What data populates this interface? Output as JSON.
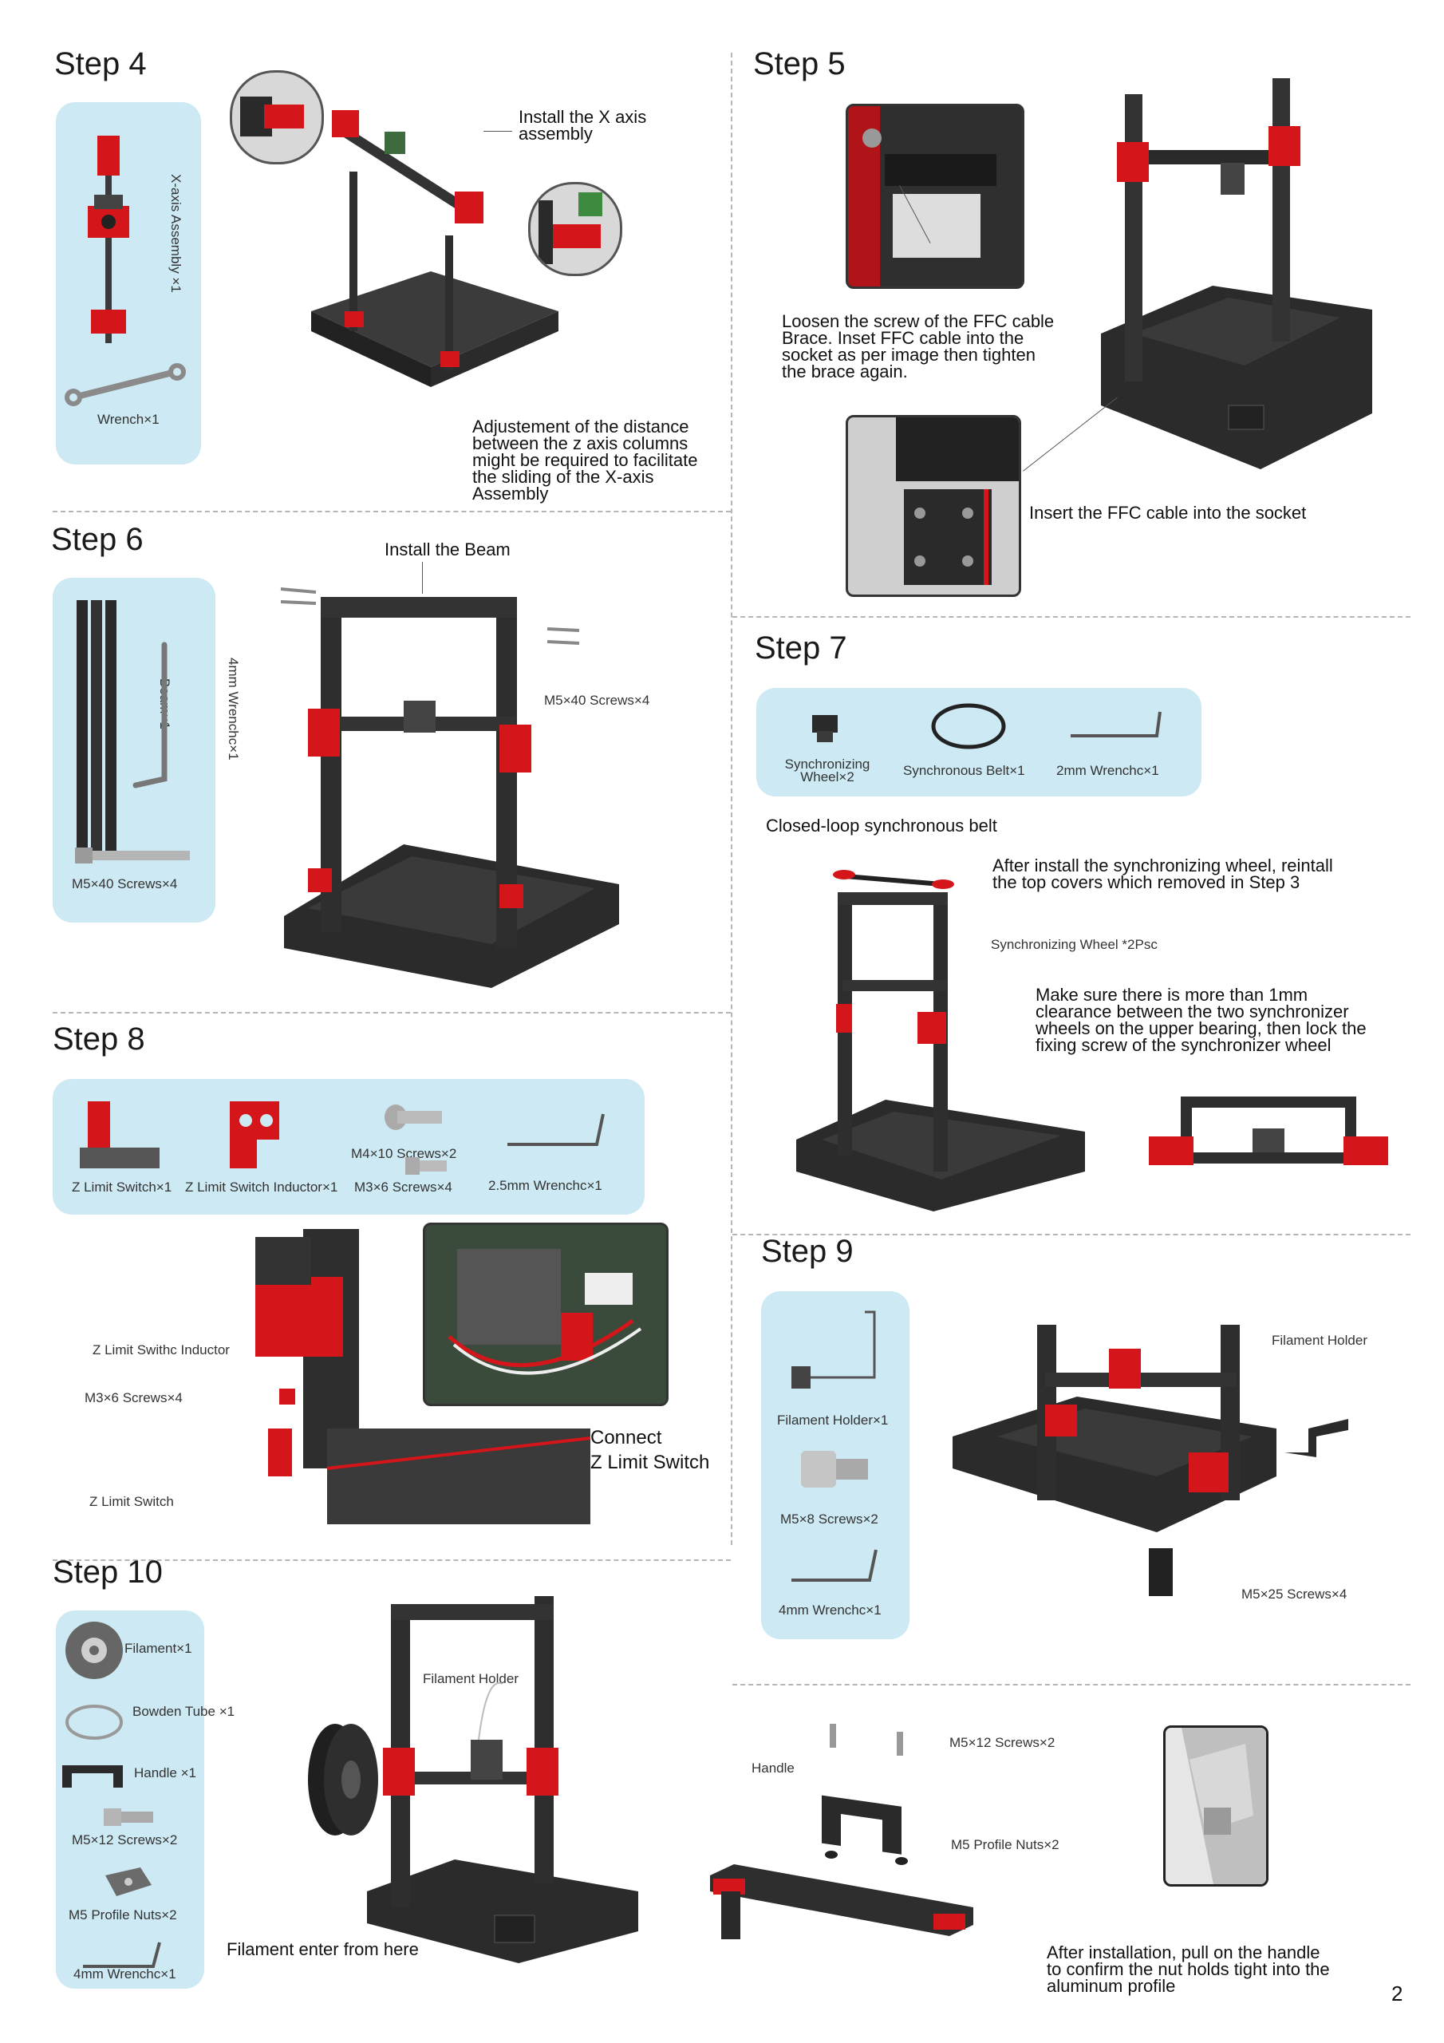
{
  "page_number": "2",
  "colors": {
    "panel": "#cde9f3",
    "accent_red": "#d4161b",
    "frame_black": "#2a2a2a",
    "divider": "#b5b5b5"
  },
  "step4": {
    "title": "Step 4",
    "parts": [
      "X-axis Assembly ×1",
      "Wrench×1"
    ],
    "note_install": [
      "Install the X axis",
      "assembly"
    ],
    "note_adjust": [
      "Adjustement of the distance",
      "between the z axis columns",
      "might be required to facilitate",
      "the sliding of the X-axis",
      "Assembly"
    ]
  },
  "step5": {
    "title": "Step 5",
    "note_loosen": [
      "Loosen the screw of the FFC cable",
      "Brace. Inset FFC cable into the",
      "socket as per image then tighten",
      "the brace again."
    ],
    "note_insert": "Insert the FFC cable into the socket"
  },
  "step6": {
    "title": "Step 6",
    "parts": [
      "Beam×1",
      "4mm Wrenchc×1",
      "M5×40 Screws×4"
    ],
    "note_install_beam": "Install the Beam",
    "callout_screws": "M5×40 Screws×4"
  },
  "step7": {
    "title": "Step 7",
    "parts": [
      "Synchronizing Wheel×2",
      "Synchronous Belt×1",
      "2mm Wrenchc×1"
    ],
    "note_belt": "Closed-loop synchronous belt",
    "note_after": [
      "After install the synchronizing wheel, reintall",
      "the top covers which removed in Step 3"
    ],
    "callout_wheel": "Synchronizing Wheel *2Psc",
    "note_clearance": [
      "Make sure there is more than 1mm",
      "clearance between the two synchronizer",
      "wheels on the upper bearing, then lock the",
      "fixing screw of the synchronizer wheel"
    ]
  },
  "step8": {
    "title": "Step 8",
    "parts": [
      "Z Limit Switch×1",
      "Z Limit Switch Inductor×1",
      "M4×10 Screws×2",
      "M3×6 Screws×4",
      "2.5mm Wrenchc×1"
    ],
    "callout_inductor": "Z Limit Swithc Inductor",
    "callout_screws": "M3×6 Screws×4",
    "callout_switch": "Z Limit Switch",
    "note_connect": [
      "Connect",
      "Z Limit Switch"
    ]
  },
  "step9": {
    "title": "Step 9",
    "parts": [
      "Filament Holder×1",
      "M5×8 Screws×2",
      "4mm Wrenchc×1"
    ],
    "callout_holder": "Filament Holder",
    "callout_screws": "M5×25 Screws×4"
  },
  "step10": {
    "title": "Step 10",
    "parts": [
      "Filament×1",
      "Bowden Tube ×1",
      "Handle ×1",
      "M5×12 Screws×2",
      "M5 Profile Nuts×2",
      "4mm Wrenchc×1"
    ],
    "callout_holder": "Filament Holder",
    "note_filament": "Filament enter from here",
    "callout_handle": "Handle",
    "callout_screws": "M5×12 Screws×2",
    "callout_nuts": "M5 Profile Nuts×2",
    "note_after": [
      "After installation, pull on the handle",
      "to confirm the nut holds tight into the",
      "aluminum profile"
    ]
  }
}
